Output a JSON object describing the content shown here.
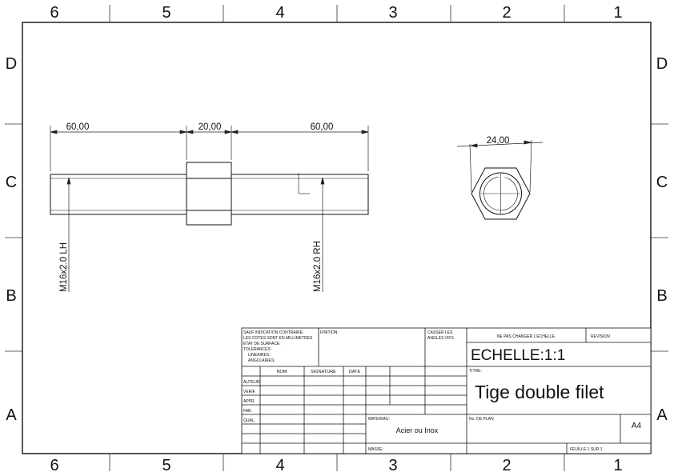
{
  "border": {
    "columns": [
      "6",
      "5",
      "4",
      "3",
      "2",
      "1"
    ],
    "rows": [
      "D",
      "C",
      "B",
      "A"
    ]
  },
  "views": {
    "side": {
      "dims": [
        "60,00",
        "20,00",
        "60,00"
      ],
      "thread_left": "M16x2.0 LH",
      "thread_right": "M16x2.0 RH"
    },
    "end": {
      "dim": "24,00"
    }
  },
  "title_block": {
    "notes": [
      "SAUF INDICATION CONTRAIRE:",
      "LES COTES SONT EN MILLIMETRES",
      "ETAT DE SURFACE:",
      "TOLERANCES:",
      "LINEAIRES:",
      "ANGULAIRES:"
    ],
    "finition_label": "FINITION:",
    "casser_label": [
      "CASSER LES",
      "ANGLES VIFS"
    ],
    "scale_note": "NE PAS CHANGER L'ECHELLE",
    "revision_label": "REVISION",
    "echelle": "ECHELLE:1:1",
    "titre_label": "TITRE:",
    "title": "Tige double filet",
    "col_headers": [
      "NOM",
      "SIGNATURE",
      "DATE"
    ],
    "row_labels": [
      "AUTEUR",
      "VERIF.",
      "APPR.",
      "FAB.",
      "QUAL."
    ],
    "materiau_label": "MATERIAU:",
    "material": "Acier ou Inox",
    "masse_label": "MASSE:",
    "no_plan_label": "No. DE PLAN",
    "format": "A4",
    "sheet": "FEUILLE 1 SUR 1"
  }
}
